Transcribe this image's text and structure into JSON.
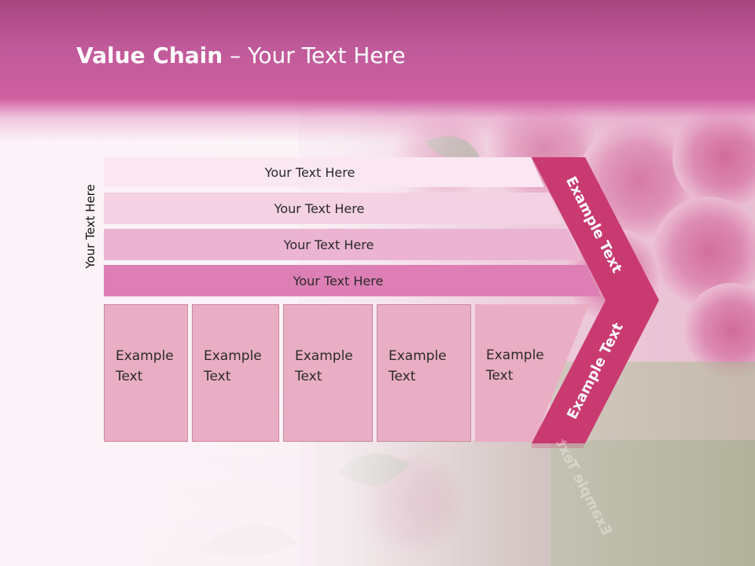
{
  "title": {
    "bold": "Value Chain",
    "rest": " – Your Text Here"
  },
  "side_label": "Your Text Here",
  "rows": [
    {
      "label": "Your Text Here",
      "color": "#fbe7f1"
    },
    {
      "label": "Your Text Here",
      "color": "#f4d1e3"
    },
    {
      "label": "Your Text Here",
      "color": "#ebb4d2"
    },
    {
      "label": "Your Text Here",
      "color": "#dd7fb5"
    }
  ],
  "boxes": [
    {
      "line1": "Example",
      "line2": "Text"
    },
    {
      "line1": "Example",
      "line2": "Text"
    },
    {
      "line1": "Example",
      "line2": "Text"
    },
    {
      "line1": "Example",
      "line2": "Text"
    },
    {
      "line1": "Example",
      "line2": "Text"
    }
  ],
  "chevron": {
    "top_text": "Example Text",
    "bottom_text": "Example Text",
    "color": "#c93a71"
  },
  "accent": "#cf5fa1"
}
